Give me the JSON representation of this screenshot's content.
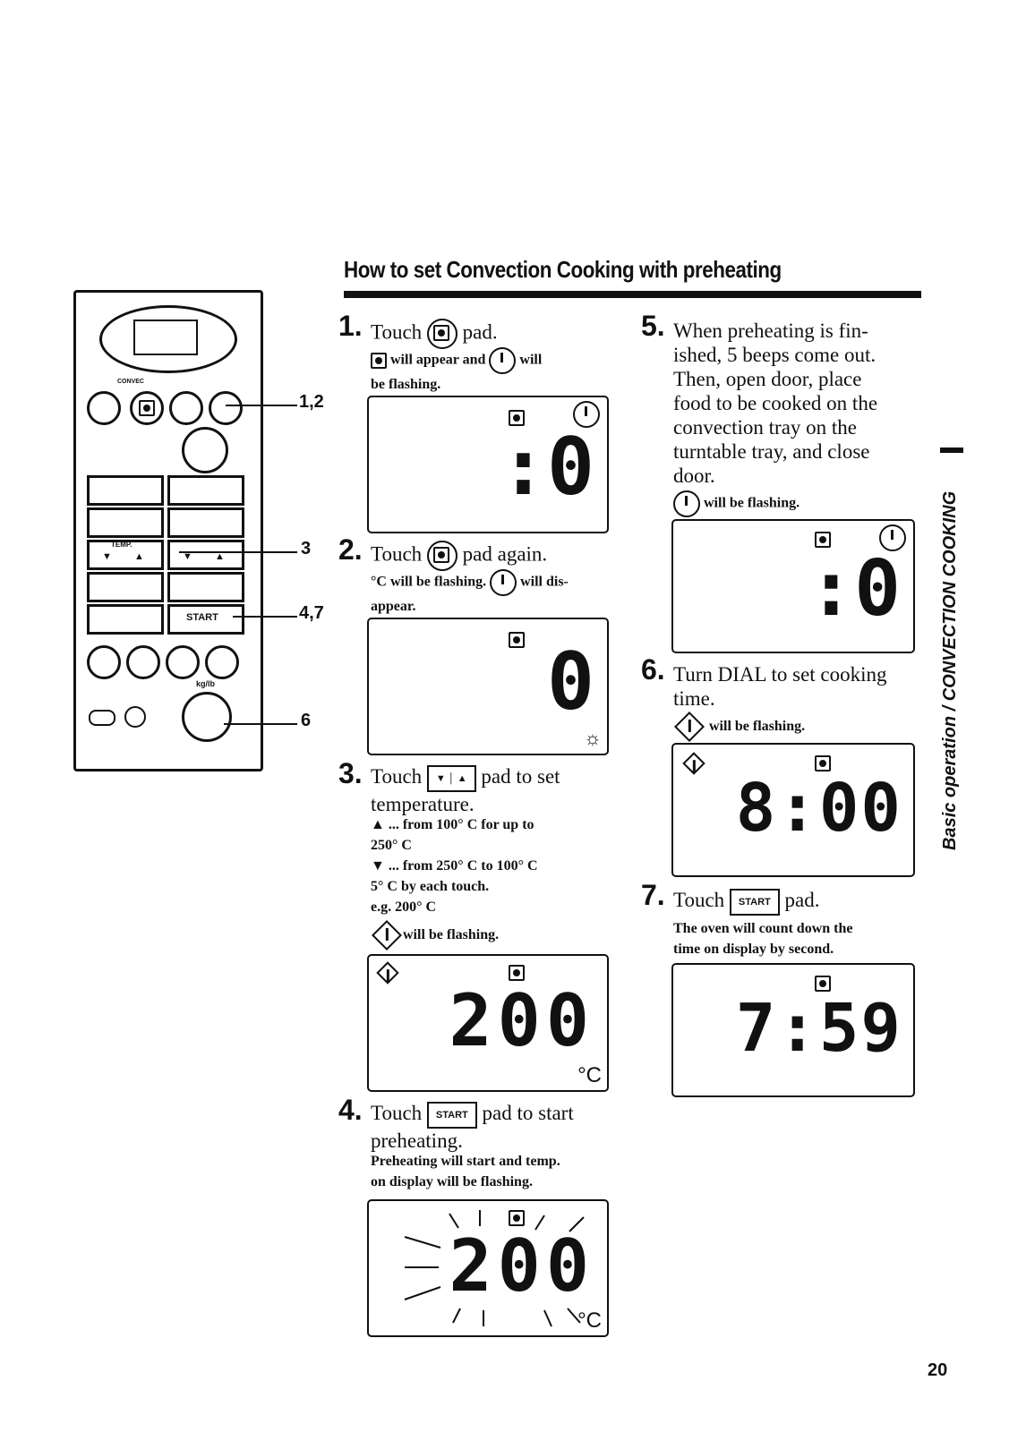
{
  "title": "How to set Convection Cooking with preheating",
  "side_tab": "Basic operation / CONVECTION COOKING",
  "page_number": "20",
  "panel": {
    "convec_label": "CONVEC",
    "temp_label": "TEMP.",
    "start_label": "START",
    "kglb_label": "kg/lb",
    "callouts": [
      "1,2",
      "3",
      "4,7",
      "6"
    ]
  },
  "steps": [
    {
      "num": "1.",
      "text_a": "Touch",
      "text_b": "pad.",
      "note_a": "will appear and",
      "note_b": "will",
      "note_c": "be flashing."
    },
    {
      "num": "2.",
      "text_a": "Touch",
      "text_b": "pad again.",
      "note_a": "°C will be flashing.",
      "note_b": "will dis-",
      "note_c": "appear."
    },
    {
      "num": "3.",
      "text_a": "Touch",
      "text_b": "pad to set",
      "text_c": "temperature.",
      "note_lines": [
        "▲ ... from 100° C for up to",
        "250° C",
        "▼ ... from 250° C to 100° C",
        "5° C by each touch.",
        "e.g. 200° C"
      ],
      "note_flash": "will be flashing."
    },
    {
      "num": "4.",
      "text_a": "Touch",
      "text_b": "pad to start",
      "text_c": "preheating.",
      "note_a": "Preheating will start and temp.",
      "note_b": "on display will be flashing."
    },
    {
      "num": "5.",
      "text_lines": [
        "When preheating is fin-",
        "ished, 5 beeps come out.",
        "Then, open door, place",
        "food to be cooked on the",
        "convection tray on the",
        "turntable tray, and close",
        "door."
      ],
      "note_flash": "will be flashing."
    },
    {
      "num": "6.",
      "text_a": "Turn DIAL to set cooking",
      "text_b": "time.",
      "note_flash": "will be flashing."
    },
    {
      "num": "7.",
      "text_a": "Touch",
      "text_b": "pad.",
      "note_a": "The oven will count down the",
      "note_b": "time on display by second."
    }
  ],
  "displays": {
    "d1": ":0",
    "d2": "0",
    "d3": "200",
    "d3_unit": "°C",
    "d4": "200",
    "d4_unit": "°C",
    "d5": ":0",
    "d6": "8:00",
    "d7": "7:59"
  }
}
